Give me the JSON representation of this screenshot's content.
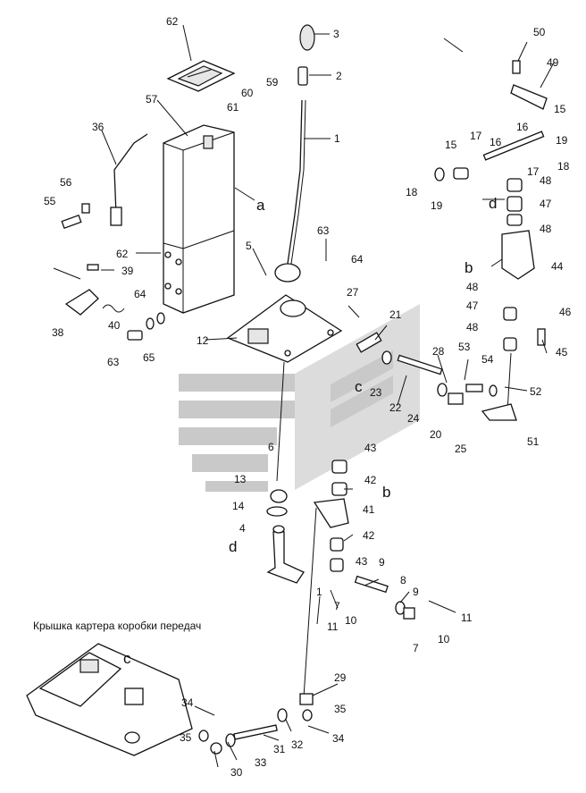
{
  "caption": "Крышка картера коробки передач",
  "callouts": [
    "1",
    "2",
    "3",
    "4",
    "5",
    "6",
    "7",
    "7",
    "8",
    "9",
    "9",
    "10",
    "10",
    "11",
    "11",
    "12",
    "13",
    "14",
    "15",
    "15",
    "16",
    "16",
    "17",
    "17",
    "18",
    "18",
    "19",
    "19",
    "20",
    "21",
    "22",
    "23",
    "24",
    "25",
    "27",
    "28",
    "29",
    "30",
    "31",
    "32",
    "33",
    "34",
    "34",
    "35",
    "35",
    "36",
    "38",
    "39",
    "40",
    "41",
    "42",
    "42",
    "43",
    "43",
    "44",
    "45",
    "46",
    "47",
    "47",
    "48",
    "48",
    "48",
    "48",
    "49",
    "50",
    "51",
    "52",
    "53",
    "54",
    "55",
    "56",
    "57",
    "59",
    "60",
    "61",
    "62",
    "62",
    "63",
    "63",
    "64",
    "64",
    "65"
  ],
  "section_letters": [
    "a",
    "b",
    "b",
    "c",
    "c",
    "d",
    "d"
  ]
}
